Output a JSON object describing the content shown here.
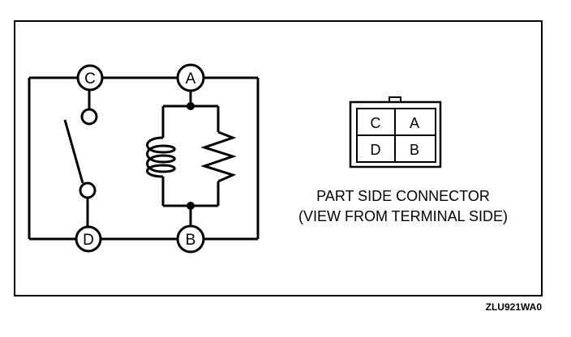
{
  "schematic": {
    "terminals": {
      "a": "A",
      "b": "B",
      "c": "C",
      "d": "D"
    }
  },
  "connector": {
    "cells": [
      "C",
      "A",
      "D",
      "B"
    ],
    "caption_line1": "PART SIDE CONNECTOR",
    "caption_line2": "(VIEW FROM TERMINAL SIDE)"
  },
  "figure_code": "ZLU921WA0",
  "colors": {
    "ink": "#000000",
    "background": "#ffffff"
  },
  "icons": [
    "switch-icon",
    "coil-icon",
    "resistor-icon"
  ]
}
